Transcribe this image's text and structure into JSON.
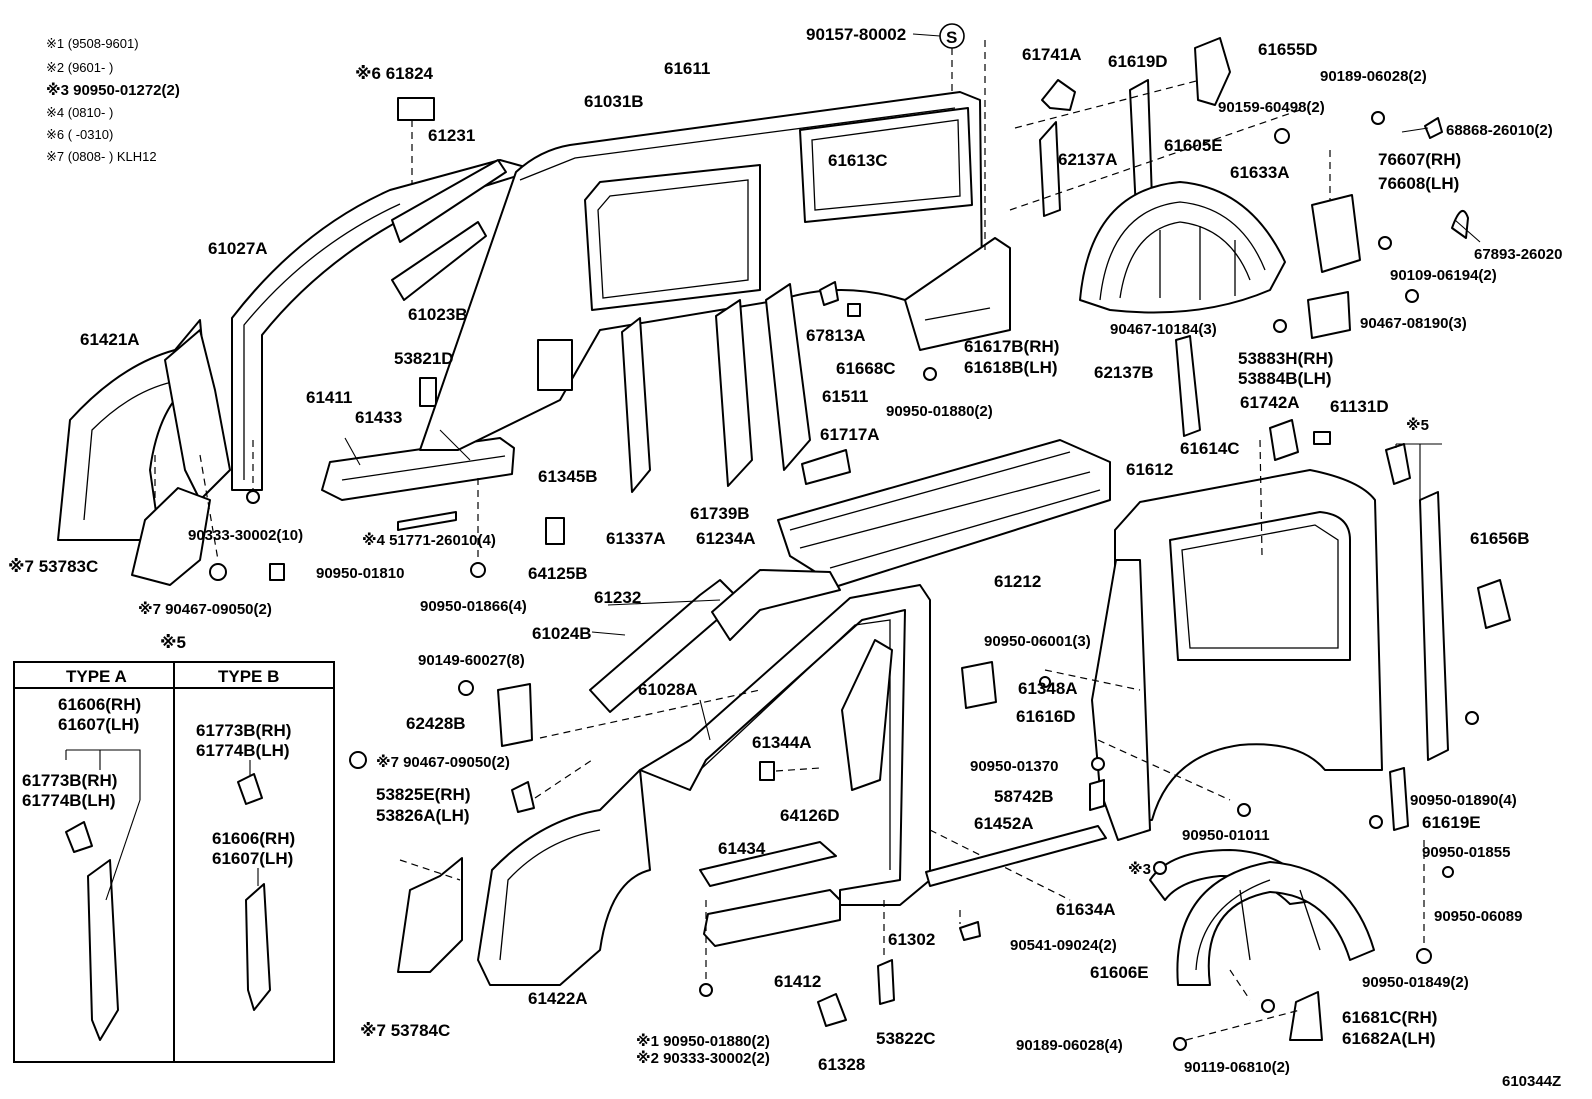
{
  "notes": [
    {
      "mark": "※1",
      "text": "(9508-9601)"
    },
    {
      "mark": "※2",
      "text": "(9601-    )"
    },
    {
      "mark": "※3",
      "text": "90950-01272(2)"
    },
    {
      "mark": "※4",
      "text": "(0810-    )"
    },
    {
      "mark": "※6",
      "text": "(    -0310)"
    },
    {
      "mark": "※7",
      "text": "(0808-    ) KLH12"
    }
  ],
  "labels": {
    "p61824": "※6 61824",
    "p61231": "61231",
    "p61027A": "61027A",
    "p61023B": "61023B",
    "p61421A": "61421A",
    "p61411": "61411",
    "p61433": "61433",
    "p53821D": "53821D",
    "p61031B": "61031B",
    "p61611": "61611",
    "p90157": "90157-80002",
    "pS": "S",
    "p61613C": "61613C",
    "p61741A": "61741A",
    "p61619D": "61619D",
    "p61655D": "61655D",
    "p90189a": "90189-06028(2)",
    "p90159": "90159-60498(2)",
    "p68868": "68868-26010(2)",
    "p62137A": "62137A",
    "p61605E": "61605E",
    "p61633A": "61633A",
    "p76607": "76607(RH)",
    "p76608": "76608(LH)",
    "p67893": "67893-26020",
    "p90109": "90109-06194(2)",
    "p90467a": "90467-10184(3)",
    "p90467b": "90467-08190(3)",
    "p53883H": "53883H(RH)",
    "p53884B": "53884B(LH)",
    "p61742A": "61742A",
    "p61131D": "61131D",
    "p62137B": "62137B",
    "p61617B": "61617B(RH)",
    "p61618B": "61618B(LH)",
    "p67813A": "67813A",
    "p61668C": "61668C",
    "p90950_01880a": "90950-01880(2)",
    "p61511": "61511",
    "p61717A": "61717A",
    "p61345B": "61345B",
    "p61337A": "61337A",
    "p61739B": "61739B",
    "p61234A": "61234A",
    "p64125B": "64125B",
    "p90333a": "90333-30002(10)",
    "p51771": "※4 51771-26010(4)",
    "p53783C": "※7 53783C",
    "p90950_01810": "90950-01810",
    "p90467_09050a": "※7 90467-09050(2)",
    "p90950_01866": "90950-01866(4)",
    "p61614C": "61614C",
    "p61612": "61612",
    "p61212": "61212",
    "p61232": "61232",
    "p61024B": "61024B",
    "p90149": "90149-60027(8)",
    "p61028A": "61028A",
    "p62428B": "62428B",
    "p90467_09050b": "※7 90467-09050(2)",
    "p61344A": "61344A",
    "p53825E": "53825E(RH)",
    "p53826A": "53826A(LH)",
    "p64126D": "64126D",
    "p90950_06001": "90950-06001(3)",
    "p61348A": "61348A",
    "p61616D": "61616D",
    "p90950_01370": "90950-01370",
    "p58742B": "58742B",
    "p61452A": "61452A",
    "p90950_01011": "90950-01011",
    "p3mark": "※3",
    "p61434": "61434",
    "p61634A": "61634A",
    "p90541": "90541-09024(2)",
    "p61302": "61302",
    "p61606E": "61606E",
    "p61412": "61412",
    "p61422A": "61422A",
    "p53784C": "※7 53784C",
    "p90950_01880b": "※1 90950-01880(2)",
    "p90333b": "※2 90333-30002(2)",
    "p61328": "61328",
    "p53822C": "53822C",
    "p90189b": "90189-06028(4)",
    "p90119": "90119-06810(2)",
    "p61681C": "61681C(RH)",
    "p61682A": "61682A(LH)",
    "p5mark": "※5",
    "p61656B": "61656B",
    "p90950_01890": "90950-01890(4)",
    "p61619E": "61619E",
    "p90950_01855": "90950-01855",
    "p90950_06089": "90950-06089",
    "p90950_01849": "90950-01849(2)"
  },
  "legend": {
    "title": "※5",
    "type_a": "TYPE  A",
    "type_b": "TYPE  B",
    "a_61606": "61606(RH)",
    "a_61607": "61607(LH)",
    "a_61773B": "61773B(RH)",
    "a_61774B": "61774B(LH)",
    "b_61773B": "61773B(RH)",
    "b_61774B": "61774B(LH)",
    "b_61606": "61606(RH)",
    "b_61607": "61607(LH)"
  },
  "figure_id": "610344Z"
}
